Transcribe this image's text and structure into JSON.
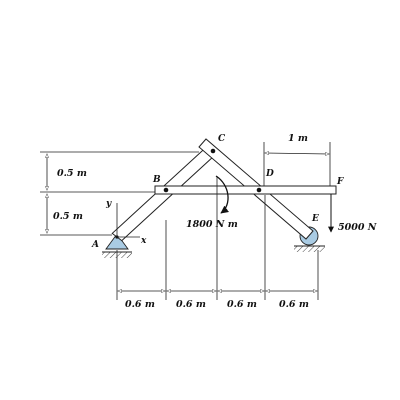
{
  "labels": {
    "A": "A",
    "B": "B",
    "C": "C",
    "D": "D",
    "E": "E",
    "F": "F",
    "x_axis": "x",
    "y_axis": "y"
  },
  "dimensions": {
    "vertical_upper": "0.5 m",
    "vertical_lower": "0.5 m",
    "top_right": "1 m",
    "bottom": [
      "0.6 m",
      "0.6 m",
      "0.6 m",
      "0.6 m"
    ]
  },
  "loads": {
    "moment": "1800 N m",
    "force": "5000 N"
  },
  "colors": {
    "support": "#a9cbe3",
    "stroke": "#222222"
  }
}
